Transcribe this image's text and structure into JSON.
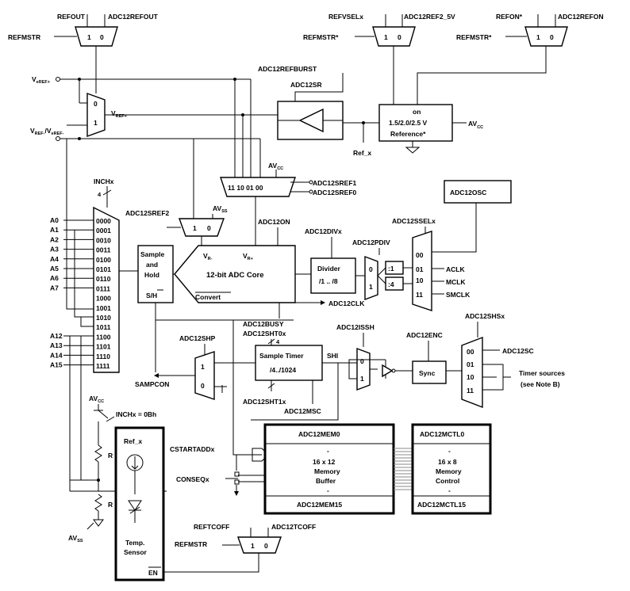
{
  "refout_mux": {
    "sel": "REFOUT",
    "out": "ADC12REFOUT",
    "ctrl": "REFMSTR",
    "in1": "1",
    "in0": "0"
  },
  "refvsel_mux": {
    "sel": "REFVSELx",
    "out": "ADC12REF2_5V",
    "ctrl": "REFMSTR*",
    "in1": "1",
    "in0": "0"
  },
  "refon_mux": {
    "sel": "REFON*",
    "out": "ADC12REFON",
    "ctrl": "REFMSTR*",
    "in1": "1",
    "in0": "0"
  },
  "veref_plus": {
    "main": "V",
    "sub": "eREF+"
  },
  "vref_minus": {
    "main": "V",
    "sub1": "REF-",
    "main2": "/V",
    "sub2": "eREF-"
  },
  "vref_mux": {
    "in0": "0",
    "in1": "1",
    "out_main": "V",
    "out_sub": "REF+"
  },
  "refburst": "ADC12REFBURST",
  "adc12sr": "ADC12SR",
  "reference": {
    "on": "on",
    "volts": "1.5/2.0/2.5 V",
    "name": "Reference*",
    "avcc": "AV",
    "avcc_sub": "CC",
    "refx": "Ref_x"
  },
  "sref_mux": {
    "opts": "11  10  01  00",
    "avcc": "AV",
    "avcc_sub": "CC",
    "sref1": "ADC12SREF1",
    "sref0": "ADC12SREF0"
  },
  "sref2_mux": {
    "name": "ADC12SREF2",
    "avss": "AV",
    "avss_sub": "SS",
    "in1": "1",
    "in0": "0"
  },
  "inch": {
    "name": "INCHx",
    "width": "4"
  },
  "analog_inputs": [
    "A0",
    "A1",
    "A2",
    "A3",
    "A4",
    "A5",
    "A6",
    "A7"
  ],
  "analog_inputs_hi": [
    "A12",
    "A13",
    "A14",
    "A15"
  ],
  "input_codes": [
    "0000",
    "0001",
    "0010",
    "0011",
    "0100",
    "0101",
    "0110",
    "0111",
    "1000",
    "1001",
    "1010",
    "1011",
    "1100",
    "1101",
    "1110",
    "1111"
  ],
  "sample_hold": {
    "l1": "Sample",
    "l2": "and",
    "l3": "Hold",
    "l4": "S/H"
  },
  "adc_core": {
    "name": "12-bit ADC Core",
    "vminus": "V",
    "vminus_sub": "R-",
    "vplus": "V",
    "vplus_sub": "R+",
    "convert": "Convert"
  },
  "adc12on": "ADC12ON",
  "adc12busy": "ADC12BUSY",
  "adc12clk": "ADC12CLK",
  "divider": {
    "l1": "Divider",
    "l2": "/1 .. /8",
    "divx": "ADC12DIVx",
    "pdiv": "ADC12PDIV",
    "in0": "0",
    "in1": "1",
    "p1": ":1",
    "p4": ":4"
  },
  "clock_mux": {
    "sel": "ADC12SSELx",
    "osc": "ADC12OSC",
    "in00": "00",
    "in01": "01",
    "in10": "10",
    "in11": "11",
    "aclk": "ACLK",
    "mclk": "MCLK",
    "smclk": "SMCLK"
  },
  "sample_timer": {
    "l1": "Sample Timer",
    "l2": "/4../1024",
    "sht0": "ADC12SHT0x",
    "sht1": "ADC12SHT1x",
    "msc": "ADC12MSC",
    "shi": "SHI",
    "w": "4"
  },
  "shp_mux": {
    "name": "ADC12SHP",
    "in1": "1",
    "in0": "0",
    "sampcon": "SAMPCON"
  },
  "issh_mux": {
    "name": "ADC12ISSH",
    "in0": "0",
    "in1": "1"
  },
  "enc": {
    "name": "ADC12ENC",
    "sync": "Sync"
  },
  "shs_mux": {
    "name": "ADC12SHSx",
    "in00": "00",
    "in01": "01",
    "in10": "10",
    "in11": "11",
    "sc": "ADC12SC",
    "timer1": "Timer sources",
    "timer2": "(see Note B)"
  },
  "divider_net": {
    "avcc": "AV",
    "avcc_sub": "CC",
    "inch0": "INCHx = 0Bh",
    "r1": "R",
    "r2": "R",
    "avss": "AV",
    "avss_sub": "SS"
  },
  "temp_sensor": {
    "refx": "Ref_x",
    "l1": "Temp.",
    "l2": "Sensor",
    "en": "EN"
  },
  "cstart": "CSTARTADDx",
  "conseq": "CONSEQx",
  "memory": {
    "top": "ADC12MEM0",
    "dash1": "-",
    "l1": "16 x 12",
    "l2": "Memory",
    "l3": "Buffer",
    "dash2": "-",
    "bottom": "ADC12MEM15"
  },
  "mctl": {
    "top": "ADC12MCTL0",
    "dash1": "-",
    "l1": "16 x 8",
    "l2": "Memory",
    "l3": "Control",
    "dash2": "-",
    "bottom": "ADC12MCTL15"
  },
  "tcoff_mux": {
    "sel": "REFTCOFF",
    "out": "ADC12TCOFF",
    "ctrl": "REFMSTR",
    "in1": "1",
    "in0": "0"
  }
}
